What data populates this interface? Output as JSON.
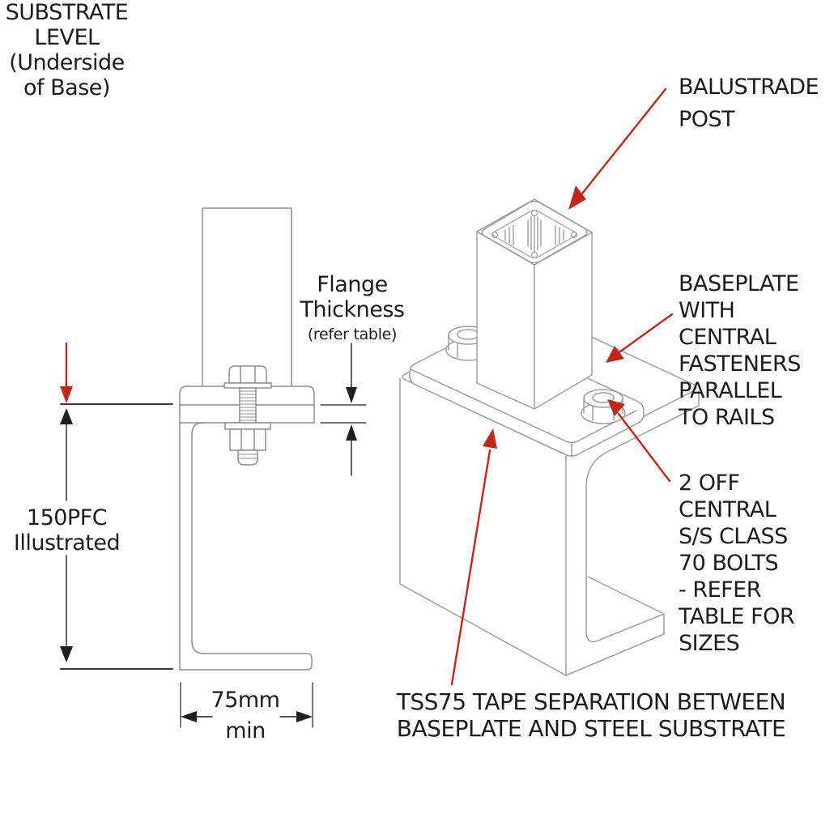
{
  "diagram": {
    "title_semantic": "balustrade-post-to-steel-channel-fixing-detail",
    "background": "#ffffff",
    "colors": {
      "drawing_line": "#999999",
      "dimension_line": "#1f1f1f",
      "substrate_line": "#3a3a3a",
      "leader_arrow_red": "#c1281b",
      "text": "#1c1c1c"
    },
    "side_view": {
      "substrate_label": [
        "SUBSTRATE",
        "LEVEL",
        "(Underside",
        "of Base)"
      ],
      "flange_label": [
        "Flange",
        "Thickness"
      ],
      "flange_note": "(refer table)",
      "channel_label": [
        "150PFC",
        "Illustrated"
      ],
      "width_value": "75mm",
      "width_qualifier": "min"
    },
    "iso_view": {
      "post_label": [
        "BALUSTRADE",
        "POST"
      ],
      "baseplate_label": [
        "BASEPLATE",
        "WITH",
        "CENTRAL",
        "FASTENERS",
        "PARALLEL",
        "TO RAILS"
      ],
      "bolts_label": [
        "2 OFF",
        "CENTRAL",
        "S/S CLASS",
        "70 BOLTS",
        "- REFER",
        "TABLE FOR",
        "SIZES"
      ],
      "tape_label": [
        "TSS75 TAPE SEPARATION BETWEEN",
        "BASEPLATE AND STEEL SUBSTRATE"
      ]
    }
  }
}
